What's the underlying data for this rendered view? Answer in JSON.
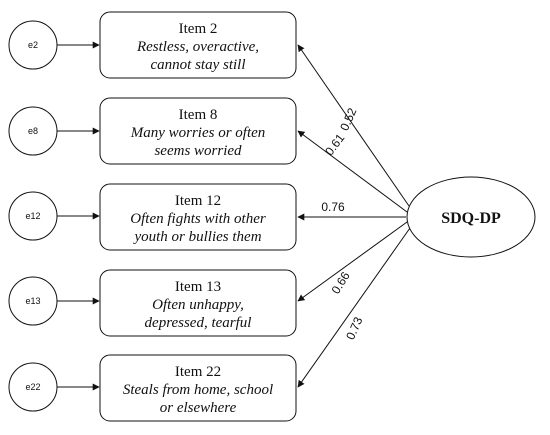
{
  "factor": {
    "label": "SDQ-DP"
  },
  "items": [
    {
      "error": "e2",
      "title": "Item 2",
      "desc_line1": "Restless, overactive,",
      "desc_line2": "cannot stay still",
      "loading": "0.52"
    },
    {
      "error": "e8",
      "title": "Item 8",
      "desc_line1": "Many worries or often",
      "desc_line2": "seems worried",
      "loading": "0.61"
    },
    {
      "error": "e12",
      "title": "Item 12",
      "desc_line1": "Often fights with other",
      "desc_line2": "youth or bullies them",
      "loading": "0.76"
    },
    {
      "error": "e13",
      "title": "Item 13",
      "desc_line1": "Often unhappy,",
      "desc_line2": "depressed, tearful",
      "loading": "0.66"
    },
    {
      "error": "e22",
      "title": "Item 22",
      "desc_line1": "Steals from home, school",
      "desc_line2": "or elsewhere",
      "loading": "0.73"
    }
  ]
}
